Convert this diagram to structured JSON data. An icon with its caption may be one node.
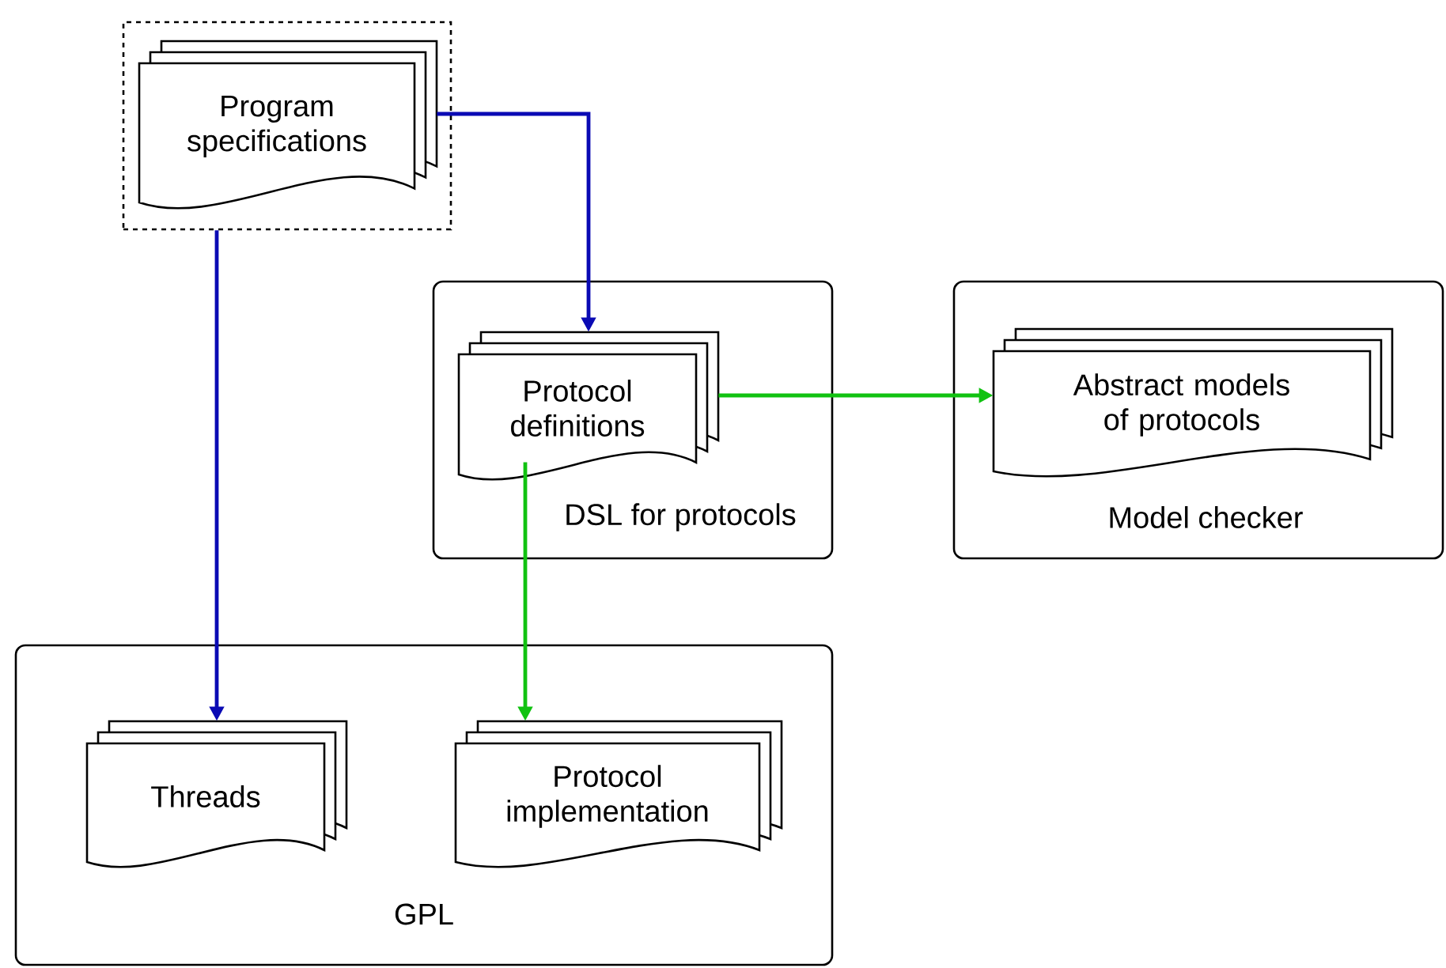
{
  "diagram": {
    "nodes": [
      {
        "text": [],
        "shape": "box"
      },
      {
        "text": [
          "Program specifications"
        ],
        "in": 0
      },
      {
        "text": [
          "DSL for protocols"
        ]
      },
      {
        "text": [
          "Protocol definitions"
        ],
        "in": 2
      },
      {
        "text": [
          "Model checker"
        ]
      },
      {
        "text": [
          "Abstract models of protocols"
        ],
        "in": 4
      },
      {
        "text": [
          "GPL"
        ]
      },
      {
        "text": [
          "Threads"
        ],
        "in": 6
      },
      {
        "text": [
          "Protocol implementation"
        ],
        "in": 6
      }
    ],
    "edges": [
      {
        "from": 1,
        "to": 3,
        "arrow": "to",
        "color": "#0a0ab4"
      },
      {
        "from": 0,
        "to": 7,
        "arrow": "to",
        "color": "#0a0ab4"
      },
      {
        "from": 3,
        "to": 5,
        "arrow": "to",
        "color": "#11c211"
      },
      {
        "from": 3,
        "to": 8,
        "arrow": "to",
        "color": "#11c211"
      }
    ]
  }
}
